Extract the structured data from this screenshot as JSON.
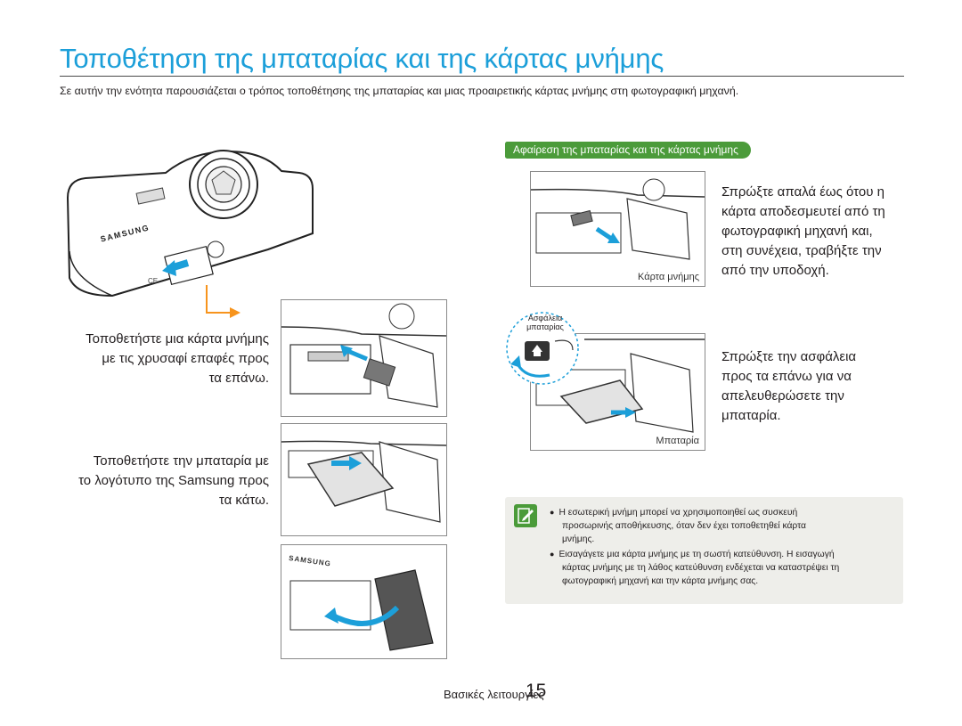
{
  "page": {
    "title": "Τοποθέτηση της μπαταρίας και της κάρτας μνήμης",
    "intro": "Σε αυτήν την ενότητα παρουσιάζεται ο τρόπος τοποθέτησης της μπαταρίας και μιας προαιρετικής κάρτας μνήμης στη φωτογραφική μηχανή."
  },
  "insertion": {
    "camera_brand": "SAMSUNG",
    "step1": [
      "Τοποθετήστε μια κάρτα μνήμης",
      "με τις χρυσαφί επαφές προς",
      "τα επάνω."
    ],
    "step2": [
      "Τοποθετήστε την μπαταρία με",
      "το λογότυπο της Samsung προς",
      "τα κάτω."
    ]
  },
  "removal": {
    "heading": "Αφαίρεση της μπαταρίας και της κάρτας μνήμης",
    "card_caption": "Κάρτα μνήμης",
    "card_text": [
      "Σπρώξτε απαλά έως ότου η",
      "κάρτα αποδεσμευτεί από τη",
      "φωτογραφική μηχανή και,",
      "στη συνέχεια, τραβήξτε την",
      "από την υποδοχή."
    ],
    "lock_label": [
      "Ασφάλεια",
      "μπαταρίας"
    ],
    "battery_caption": "Μπαταρία",
    "battery_text": [
      "Σπρώξτε την ασφάλεια",
      "προς τα επάνω για να",
      "απελευθερώσετε την",
      "μπαταρία."
    ]
  },
  "note": {
    "items": [
      [
        "Η εσωτερική μνήμη μπορεί να χρησιμοποιηθεί ως συσκευή",
        "προσωρινής αποθήκευσης, όταν δεν έχει τοποθετηθεί κάρτα",
        "μνήμης."
      ],
      [
        "Εισαγάγετε μια κάρτα μνήμης με τη σωστή κατεύθυνση. Η εισαγωγή",
        "κάρτας μνήμης με τη λάθος κατεύθυνση ενδέχεται να καταστρέψει τη",
        "φωτογραφική μηχανή και την κάρτα μνήμης σας."
      ]
    ]
  },
  "footer": {
    "section": "Βασικές λειτουργίες",
    "page_number": "15"
  },
  "colors": {
    "title": "#1c9fd9",
    "accent_orange": "#f7941d",
    "arrow_blue": "#1c9fd9",
    "pill_green": "#4b9b3a",
    "note_bg": "#eeeeea"
  }
}
